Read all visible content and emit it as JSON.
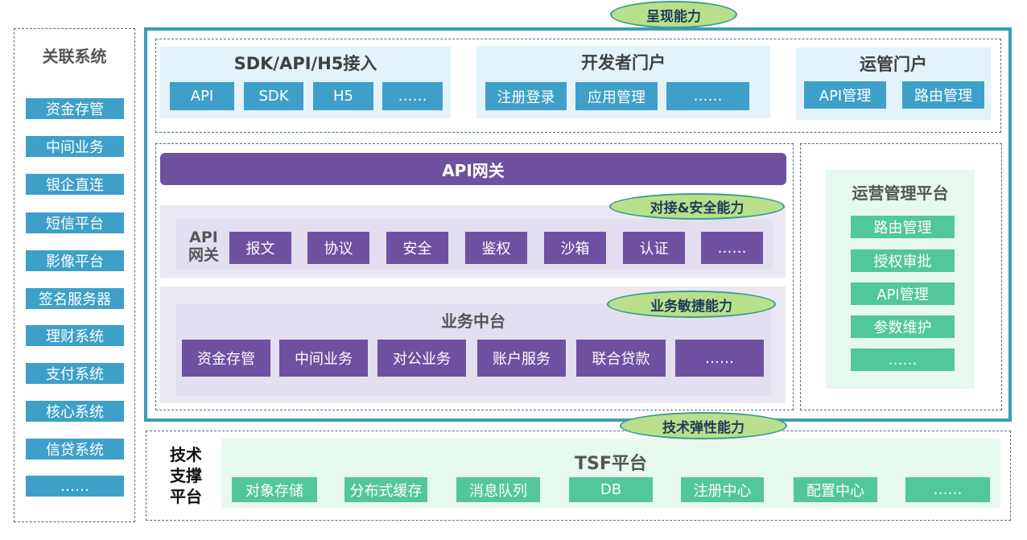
{
  "left_panel": {
    "title": "关联系统",
    "items": [
      "资金存管",
      "中间业务",
      "银企直连",
      "短信平台",
      "影像平台",
      "签名服务器",
      "理财系统",
      "支付系统",
      "核心系统",
      "信贷系统",
      "……"
    ]
  },
  "bubbles": {
    "presentation": "呈现能力",
    "security": "对接&安全能力",
    "agility": "业务敏捷能力",
    "elastic": "技术弹性能力"
  },
  "access": {
    "title": "SDK/API/H5接入",
    "items": [
      "API",
      "SDK",
      "H5",
      "……"
    ]
  },
  "dev_portal": {
    "title": "开发者门户",
    "items": [
      "注册登录",
      "应用管理",
      "……"
    ]
  },
  "ops_portal": {
    "title": "运管门户",
    "items": [
      "API管理",
      "路由管理"
    ]
  },
  "gateway": {
    "banner": "API网关",
    "label": "API\n网关",
    "items": [
      "报文",
      "协议",
      "安全",
      "鉴权",
      "沙箱",
      "认证",
      "……"
    ]
  },
  "biz": {
    "title": "业务中台",
    "items": [
      "资金存管",
      "中间业务",
      "对公业务",
      "账户服务",
      "联合贷款",
      "……"
    ]
  },
  "ops_platform": {
    "title": "运营管理平台",
    "items": [
      "路由管理",
      "授权审批",
      "API管理",
      "参数维护",
      "……"
    ]
  },
  "tech": {
    "label": "技术\n支撑\n平台",
    "title": "TSF平台",
    "items": [
      "对象存储",
      "分布式缓存",
      "消息队列",
      "DB",
      "注册中心",
      "配置中心",
      "……"
    ]
  },
  "colors": {
    "blue": "#3ea0c8",
    "purple": "#6e51a1",
    "green": "#52c79a",
    "frame": "#3e9cb5",
    "bubble_fill": "#b8e08c"
  }
}
